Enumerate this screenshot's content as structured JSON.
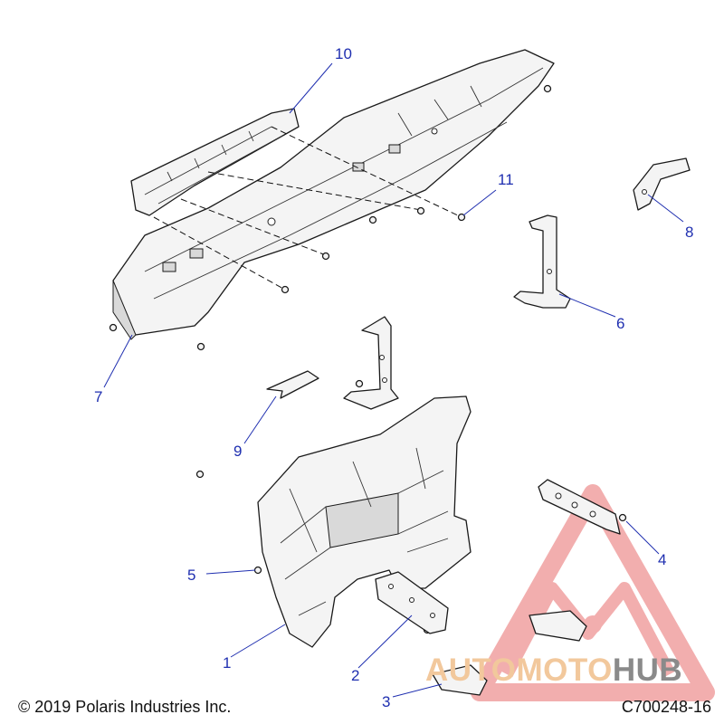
{
  "footer": {
    "copyright": "© 2019 Polaris Industries Inc.",
    "drawing_id": "C700248-16"
  },
  "callouts": [
    "1",
    "2",
    "3",
    "4",
    "5",
    "6",
    "7",
    "8",
    "9",
    "10",
    "11"
  ],
  "watermark": {
    "text_prefix": "AUTOMOTO",
    "text_suffix": "HUB",
    "color_primary": "#f0a0a0",
    "color_text": "#f2c89c",
    "color_suffix": "#8a8a8a"
  },
  "colors": {
    "callout": "#1f2fb0",
    "line": "#1a1a1a"
  }
}
